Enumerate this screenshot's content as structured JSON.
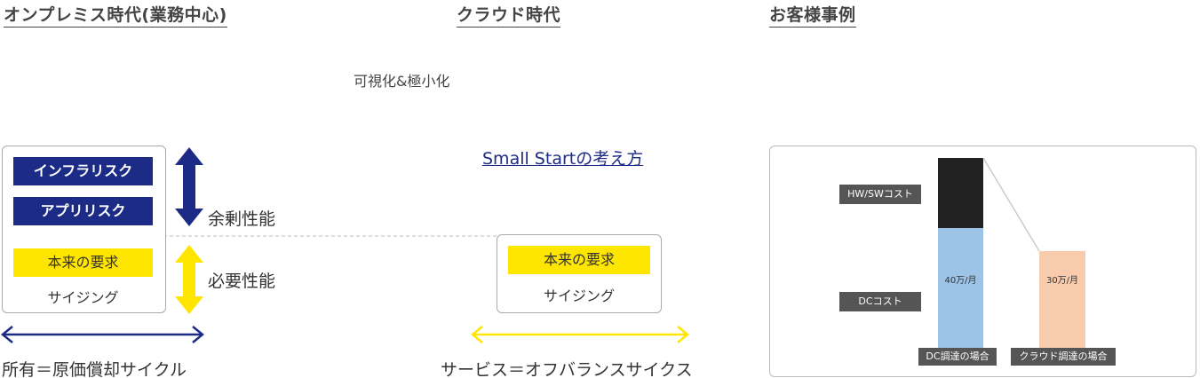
{
  "sections": {
    "onpremise": "オンプレミス時代(業務中心)",
    "cloud": "クラウド時代",
    "cases": "お客様事例"
  },
  "onpremise": {
    "infra_risk": "インフラリスク",
    "app_risk": "アプリリスク",
    "requirement": "本来の要求",
    "sizing": "サイジング",
    "surplus": "余剰性能",
    "required": "必要性能",
    "bottom": "所有＝原価償却サイクル"
  },
  "cloud": {
    "visibility": "可視化&極小化",
    "small_start": "Small Startの考え方",
    "requirement": "本来の要求",
    "sizing": "サイジング",
    "bottom": "サービス＝オフバランスサイクス"
  },
  "colors": {
    "navy": "#1c2b85",
    "yellow": "#ffe600",
    "black_bar": "#222222",
    "blue_bar": "#9dc3e6",
    "peach_bar": "#f8cbad"
  },
  "chart_data": {
    "type": "bar",
    "categories": [
      "DC調達の場合",
      "クラウド調達の場合"
    ],
    "stack_labels": [
      "HW/SWコスト",
      "DCコスト"
    ],
    "value_labels": [
      "40万/月",
      "30万/月"
    ]
  }
}
